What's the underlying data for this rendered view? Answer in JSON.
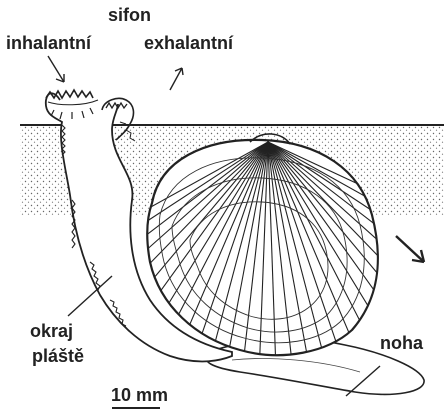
{
  "labels": {
    "sifon": "sifon",
    "inhalantni": "inhalantní",
    "exhalantni": "exhalantní",
    "okraj": "okraj",
    "plaste": "pláště",
    "noha": "noha",
    "scale": "10 mm"
  },
  "colors": {
    "ink": "#222222",
    "sediment_dots": "#555555"
  }
}
